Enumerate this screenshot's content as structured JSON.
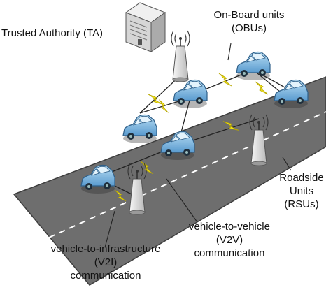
{
  "labels": {
    "ta": "Trusted Authority (TA)",
    "obu_line1": "On-Board units",
    "obu_line2": "(OBUs)",
    "rsu_line1": "Roadside",
    "rsu_line2": "Units",
    "rsu_line3": "(RSUs)",
    "v2v_line1": "vehicle-to-vehicle",
    "v2v_line2": "(V2V)",
    "v2v_line3": "communication",
    "v2i_line1": "vehicle-to-infrastructure",
    "v2i_line2": "(V2I)",
    "v2i_line3": "communication"
  },
  "colors": {
    "road": "#6e6e6e",
    "road_edge": "#4a4a4a",
    "lane_mark": "#ffffff",
    "car_body": "#8ec3e6",
    "car_dark": "#4a86b8",
    "car_window": "#d9eefa",
    "bolt": "#f5e71e",
    "tower": "#e6e6e6",
    "server": "#dcdcdc"
  },
  "icons": {
    "server": "server-icon",
    "antenna": "antenna-icon",
    "car": "car-icon",
    "lightning": "lightning-icon"
  }
}
